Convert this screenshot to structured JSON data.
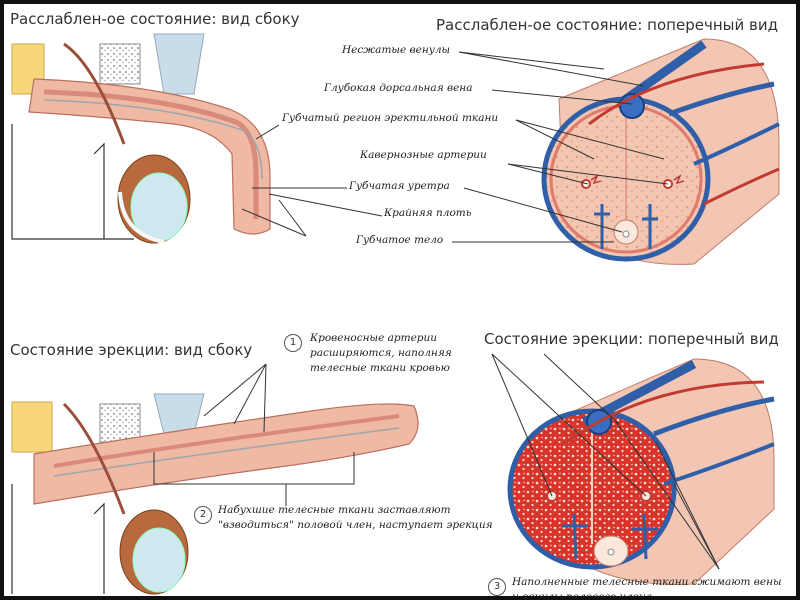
{
  "titles": {
    "relaxed_side": "Расслаблен-ое состояние: вид сбоку",
    "relaxed_cross": "Расслаблен-ое состояние: поперечный вид",
    "erect_side": "Состояние эрекции: вид сбоку",
    "erect_cross": "Состояние эрекции: поперечный вид"
  },
  "labels": [
    "Несжатые венулы",
    "Глубокая дорсальная вена",
    "Губчатый регион эректильной ткани",
    "Кавернозные артерии",
    "Губчатая уретра",
    "Крайняя плоть",
    "Губчатое тело"
  ],
  "notes": [
    {
      "number": "1",
      "text": "Кровеносные артерии расширяются, наполняя телесные ткани кровью"
    },
    {
      "number": "2",
      "text": "Набухшие телесные ткани заставляют \"взводиться\" половой член, наступает эрекция"
    },
    {
      "number": "3",
      "text": "Наполненные телесные ткани сжимают вены и венулы полового члена"
    }
  ]
}
